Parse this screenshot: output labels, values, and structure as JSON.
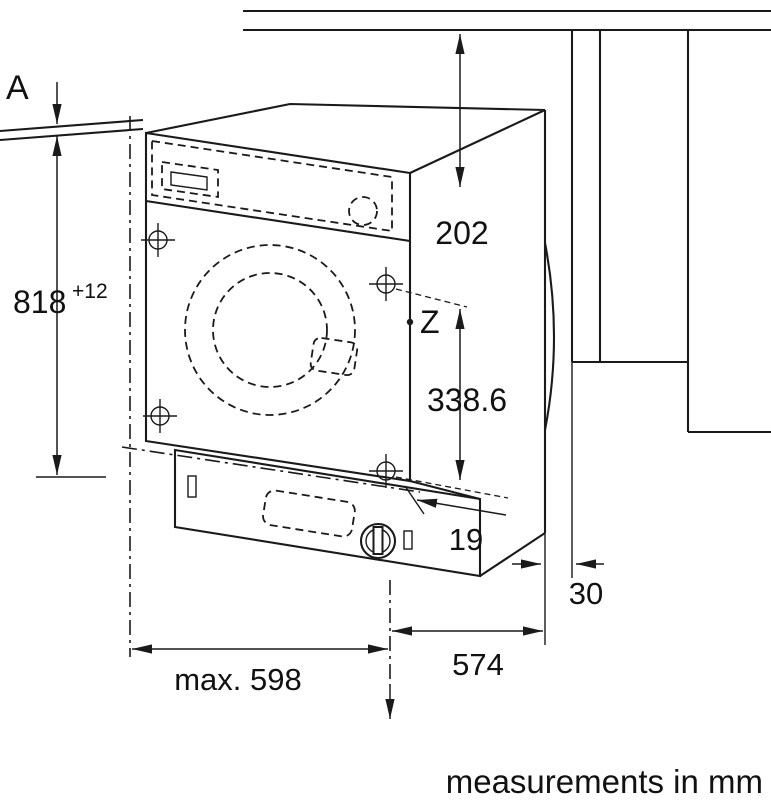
{
  "labels": {
    "section_a": "A",
    "fixing_point_z": "Z",
    "footer_note": "measurements in mm"
  },
  "dimensions": {
    "niche_height": "818",
    "niche_height_tolerance": "+12",
    "worktop_to_fixing_top": "202",
    "fixing_vertical_distance": "338.6",
    "fixing_edge_offset": "19",
    "rear_wall_gap": "30",
    "machine_depth": "574",
    "niche_width": "max. 598"
  },
  "colors": {
    "line": "#1a1a1a",
    "text": "#111111",
    "background": "#ffffff"
  }
}
